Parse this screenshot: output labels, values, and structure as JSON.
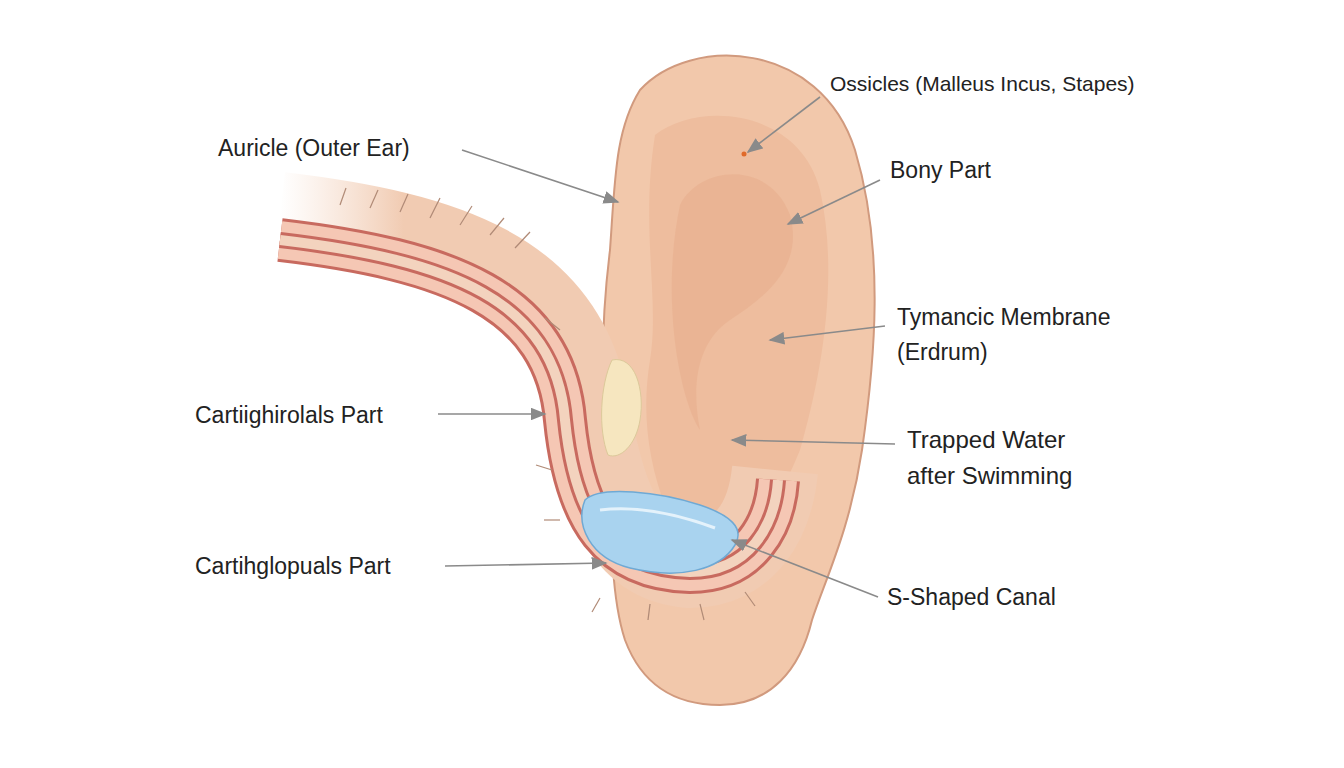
{
  "diagram": {
    "labels": [
      "Ossicles (Malleus Incus, Stapes)",
      "Auricle (Outer Ear)",
      "Bony Part",
      "Tymancic Membrane (Erdrum)",
      "Cartiighirolals Part",
      "Trapped Water after Swimming",
      "Cartihglopuals Part",
      "S-Shaped Canal"
    ]
  }
}
